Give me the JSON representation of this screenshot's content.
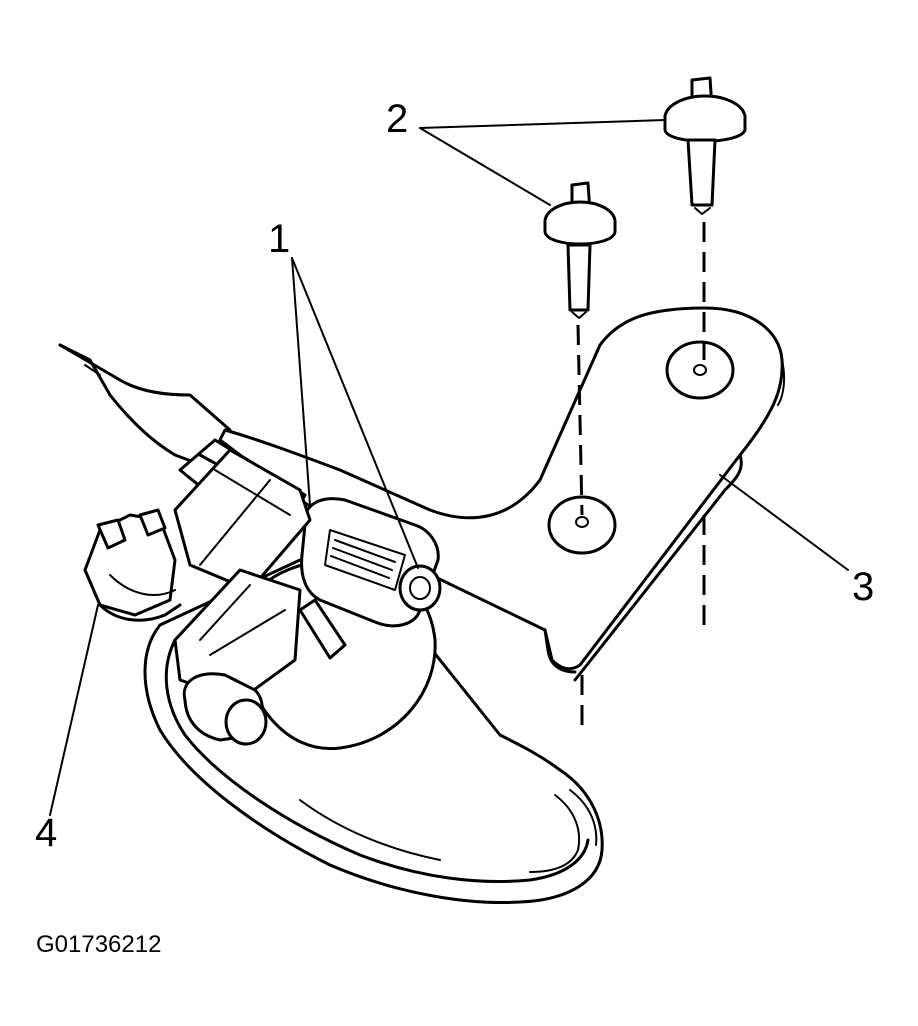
{
  "callouts": {
    "c1": "1",
    "c2": "2",
    "c3": "3",
    "c4": "4"
  },
  "figure_id": "G01736212",
  "colors": {
    "line": "#000000",
    "background": "#ffffff"
  }
}
